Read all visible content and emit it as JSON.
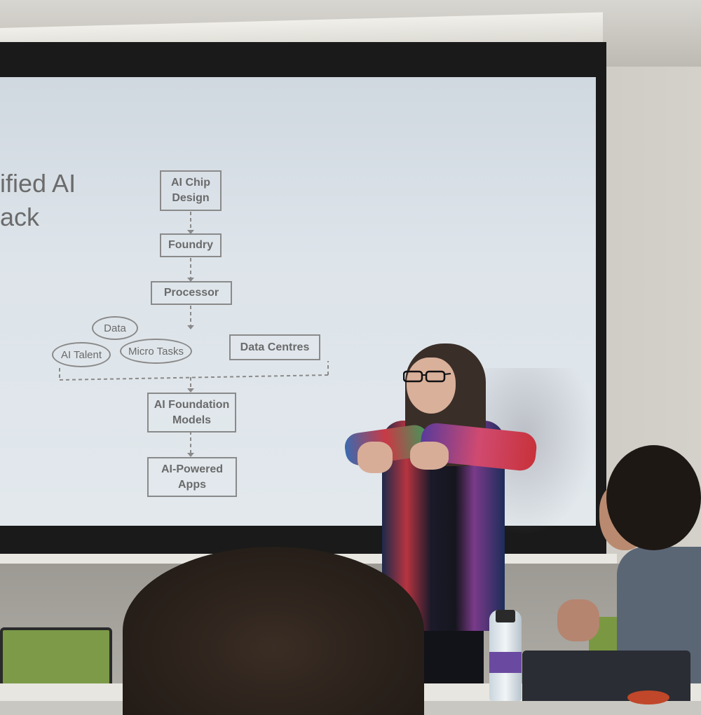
{
  "slide": {
    "title_line1": "ified AI",
    "title_line2": "ack",
    "boxes": {
      "ai_chip_design": [
        "AI Chip",
        "Design"
      ],
      "foundry": "Foundry",
      "processor": "Processor",
      "data_centres": "Data Centres",
      "ai_foundation_models": [
        "AI Foundation",
        "Models"
      ],
      "ai_powered_apps": [
        "AI-Powered",
        "Apps"
      ]
    },
    "ovals": {
      "data": "Data",
      "ai_talent": "AI Talent",
      "micro_tasks": "Micro Tasks"
    }
  },
  "colors": {
    "slide_background": "#dde4ea",
    "diagram_stroke": "#8a8a8a",
    "diagram_text": "#6a6a6a"
  }
}
